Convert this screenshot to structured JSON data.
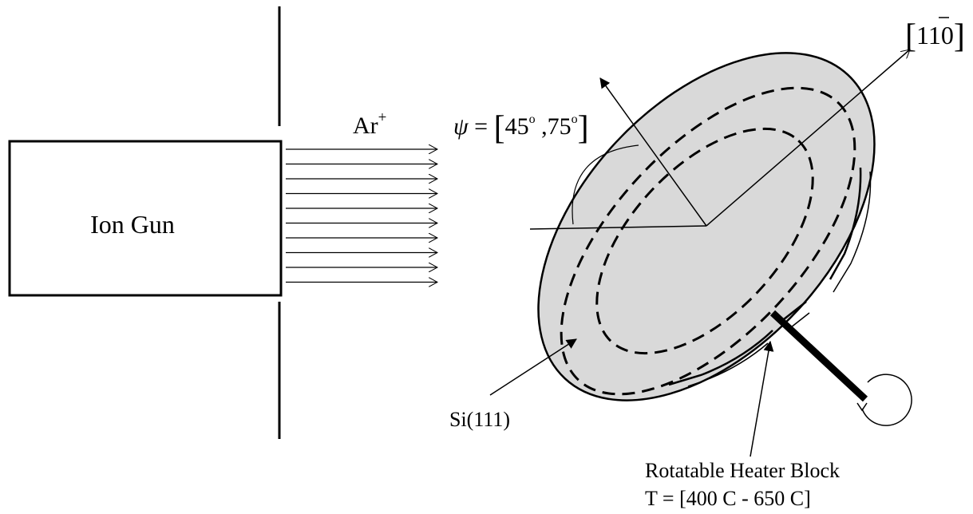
{
  "labels": {
    "ion_gun": "Ion Gun",
    "ion_species": "Ar",
    "ion_charge": "+",
    "psi_symbol": "ψ",
    "psi_equals": " = ",
    "psi_open": "[",
    "psi_v1": "45",
    "psi_deg": "o",
    "psi_sep": " ,",
    "psi_v2": "75",
    "psi_close": "]",
    "dir_open": "[",
    "dir_1": "1",
    "dir_2": "1",
    "dir_3": "0",
    "dir_close": "]",
    "sample": "Si(111)",
    "heater_name": "Rotatable Heater Block",
    "heater_temp": "T = [400 C -  650 C]"
  },
  "beam": {
    "arrow_count": 10
  }
}
